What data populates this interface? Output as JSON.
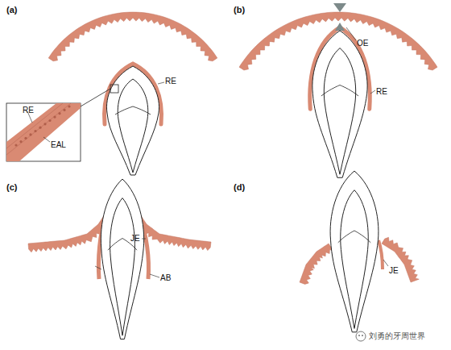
{
  "diagram": {
    "labels": [
      "(a)",
      "RE",
      "RE",
      "EAL",
      "(b)",
      "OE",
      "RE",
      "(c)",
      "JE",
      "AB",
      "(d)",
      "JE",
      "刘勇的牙周世界"
    ]
  }
}
